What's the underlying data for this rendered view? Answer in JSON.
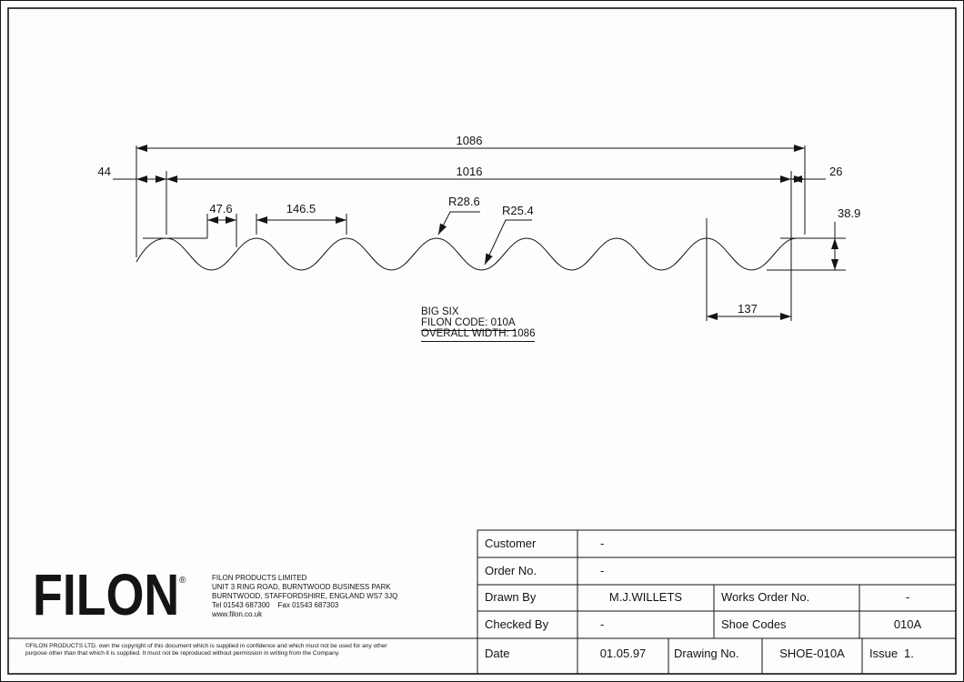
{
  "drawing": {
    "product_label": "BIG SIX",
    "code_label": "FILON CODE: 010A",
    "width_label": "OVERALL WIDTH: 1086",
    "dims": {
      "overall": "1086",
      "cover": "1016",
      "left_end": "44",
      "right_end": "26",
      "crest_flat": "47.6",
      "pitch": "146.5",
      "crest_radius": "R28.6",
      "valley_radius": "R25.4",
      "depth": "38.9",
      "end_corrugation": "137"
    }
  },
  "title_block": {
    "logo_text": "FILON",
    "registered_mark": "®",
    "company_lines": [
      "FILON PRODUCTS LIMITED",
      "UNIT 3 RING ROAD, BURNTWOOD BUSINESS PARK",
      "BURNTWOOD, STAFFORDSHIRE, ENGLAND WS7 3JQ",
      "Tel 01543 687300    Fax 01543 687303",
      "www.filon.co.uk"
    ],
    "fields": {
      "customer_label": "Customer",
      "customer_value": "-",
      "order_no_label": "Order No.",
      "order_no_value": "-",
      "drawn_by_label": "Drawn By",
      "drawn_by_value": "M.J.WILLETS",
      "works_order_label": "Works Order No.",
      "works_order_value": "-",
      "checked_by_label": "Checked By",
      "checked_by_value": "-",
      "shoe_codes_label": "Shoe Codes",
      "shoe_codes_value": "010A",
      "date_label": "Date",
      "date_value": "01.05.97",
      "drawing_no_label": "Drawing No.",
      "drawing_no_value": "SHOE-010A",
      "issue_label": "Issue",
      "issue_value": "1."
    },
    "copyright": "©FILON PRODUCTS LTD. own the copyright of this document which is supplied in confidence and which must not be used for any other purpose other than that which it is supplied. It must not be reproduced without permission in writing from the Company."
  }
}
